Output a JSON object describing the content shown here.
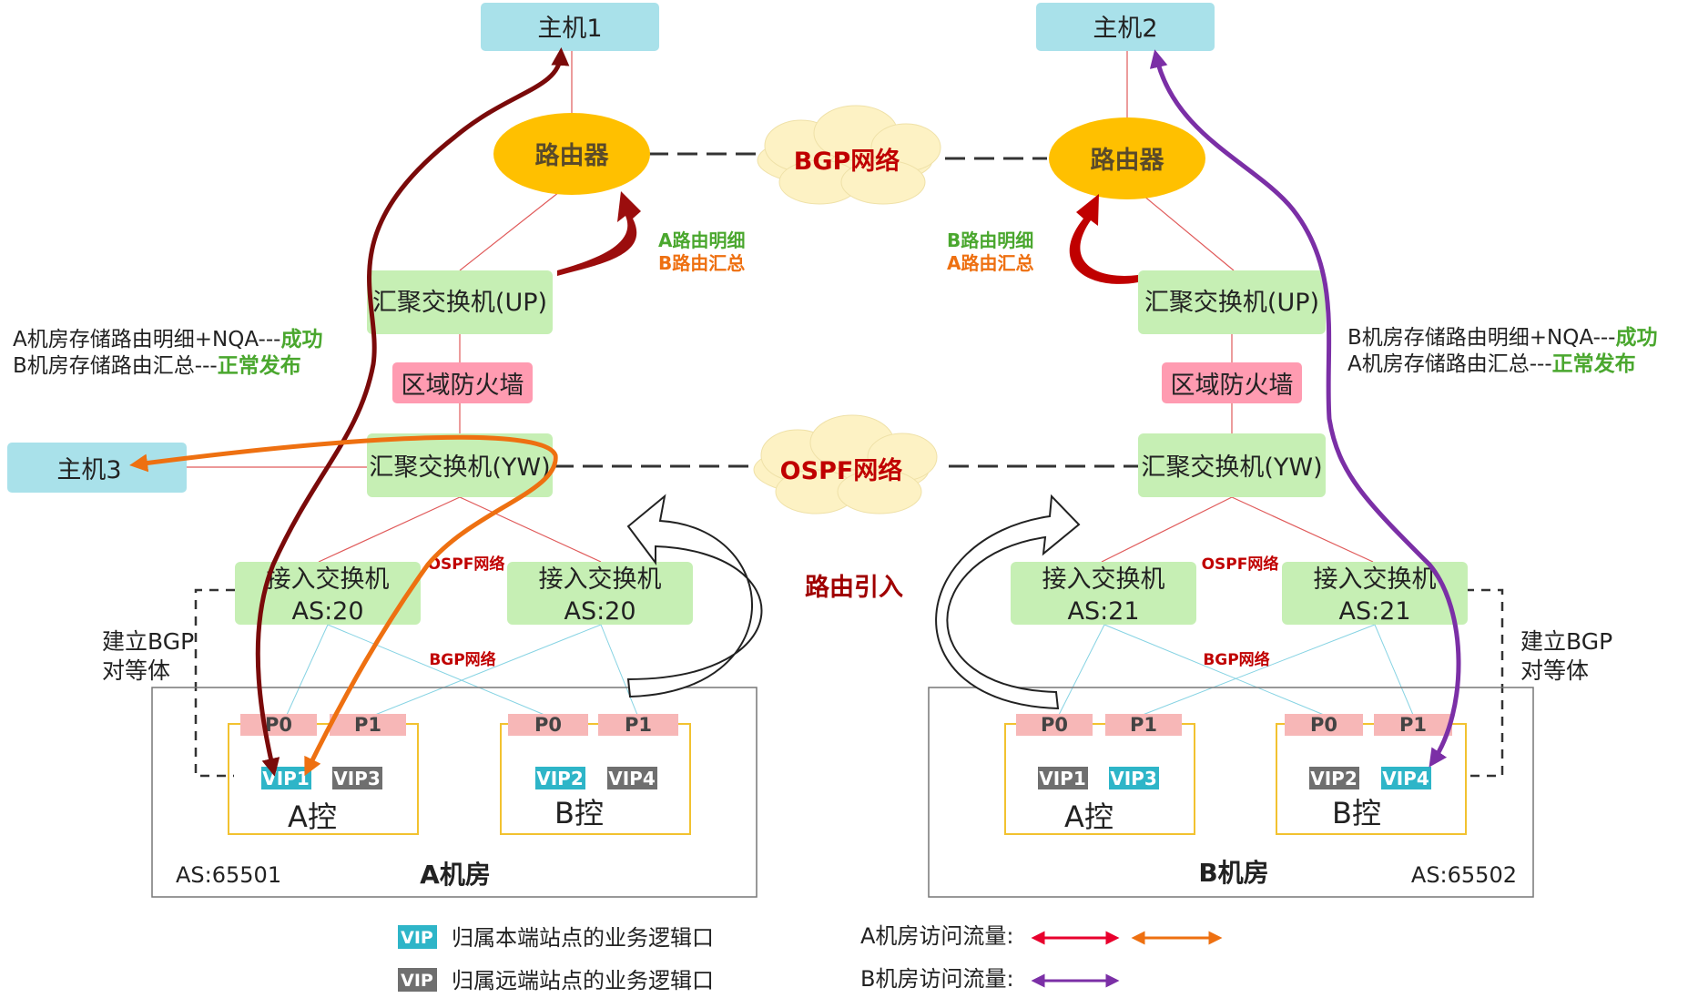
{
  "colors": {
    "host_box": "#a9e1ea",
    "router": "#ffc000",
    "cloud": "#fdf2c4",
    "switch_box": "#c6efb4",
    "firewall_box": "#ff9bb1",
    "port_box": "#f7b7b7",
    "vip_local": "#2eb5c8",
    "vip_remote": "#6f6f6f",
    "flow_a_primary": "#7a0a0a",
    "flow_a_secondary": "#ee7011",
    "flow_b": "#7b2fa6",
    "legend_flow_a_red": "#e8002d",
    "green_text": "#4aa72e",
    "orange_text": "#ee7011",
    "dark_red_text": "#a00000",
    "net_text_red": "#c00000"
  },
  "hosts": {
    "host1": "主机1",
    "host2": "主机2",
    "host3": "主机3"
  },
  "routers": {
    "left": "路由器",
    "right": "路由器"
  },
  "clouds": {
    "bgp": "BGP网络",
    "ospf": "OSPF网络"
  },
  "left_site": {
    "agg_up": "汇聚交换机(UP)",
    "firewall": "区域防火墙",
    "agg_yw": "汇聚交换机(YW)",
    "access1_name": "接入交换机",
    "access1_as": "AS:20",
    "access2_name": "接入交换机",
    "access2_as": "AS:20",
    "route_detail": "A路由明细",
    "route_summary": "B路由汇总",
    "storage_note_1_prefix": "A机房存储路由明细+NQA---",
    "storage_note_1_status": "成功",
    "storage_note_2_prefix": "B机房存储路由汇总---",
    "storage_note_2_status": "正常发布",
    "bgp_peer_line1": "建立BGP",
    "bgp_peer_line2": "对等体",
    "ospf_small": "OSPF网络",
    "bgp_small": "BGP网络",
    "ctrl_a": {
      "p0": "P0",
      "p1": "P1",
      "vip_a": "VIP1",
      "vip_b": "VIP3",
      "name": "A控"
    },
    "ctrl_b": {
      "p0": "P0",
      "p1": "P1",
      "vip_a": "VIP2",
      "vip_b": "VIP4",
      "name": "B控"
    },
    "as_number": "AS:65501",
    "room": "A机房"
  },
  "right_site": {
    "agg_up": "汇聚交换机(UP)",
    "firewall": "区域防火墙",
    "agg_yw": "汇聚交换机(YW)",
    "access1_name": "接入交换机",
    "access1_as": "AS:21",
    "access2_name": "接入交换机",
    "access2_as": "AS:21",
    "route_detail": "B路由明细",
    "route_summary": "A路由汇总",
    "storage_note_1_prefix": "B机房存储路由明细+NQA---",
    "storage_note_1_status": "成功",
    "storage_note_2_prefix": "A机房存储路由汇总---",
    "storage_note_2_status": "正常发布",
    "bgp_peer_line1": "建立BGP",
    "bgp_peer_line2": "对等体",
    "ospf_small": "OSPF网络",
    "bgp_small": "BGP网络",
    "ctrl_a": {
      "p0": "P0",
      "p1": "P1",
      "vip_a": "VIP1",
      "vip_b": "VIP3",
      "name": "A控"
    },
    "ctrl_b": {
      "p0": "P0",
      "p1": "P1",
      "vip_a": "VIP2",
      "vip_b": "VIP4",
      "name": "B控"
    },
    "as_number": "AS:65502",
    "room": "B机房"
  },
  "route_import": "路由引入",
  "legend": {
    "vip_tag": "VIP",
    "local_port": "归属本端站点的业务逻辑口",
    "remote_port": "归属远端站点的业务逻辑口",
    "a_flow": "A机房访问流量:",
    "b_flow": "B机房访问流量:"
  }
}
